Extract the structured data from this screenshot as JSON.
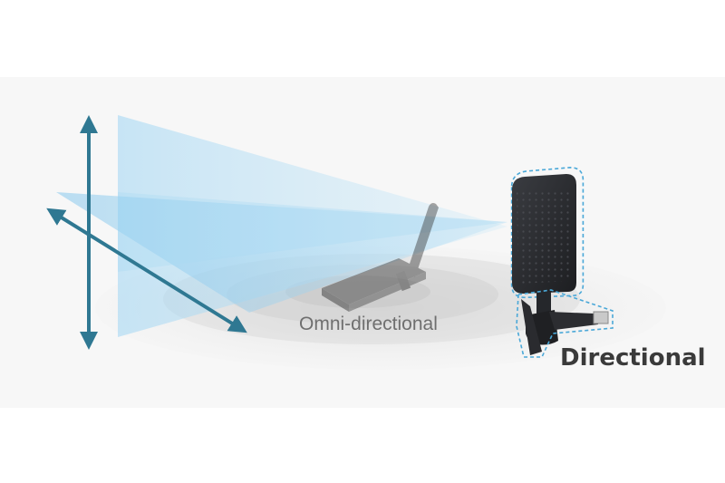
{
  "labels": {
    "omni": "Omni-directional",
    "directional": "Directional"
  },
  "colors": {
    "arrow": "#2f7892",
    "beam": "#8ccbef",
    "device_body": "#2b2d31",
    "dashed_outline": "#4aa8d8",
    "panel_background": "#f7f7f7"
  },
  "icons": {
    "omni_device": "usb-adapter-with-rod-antenna",
    "directional_device": "panel-antenna-on-stand"
  }
}
